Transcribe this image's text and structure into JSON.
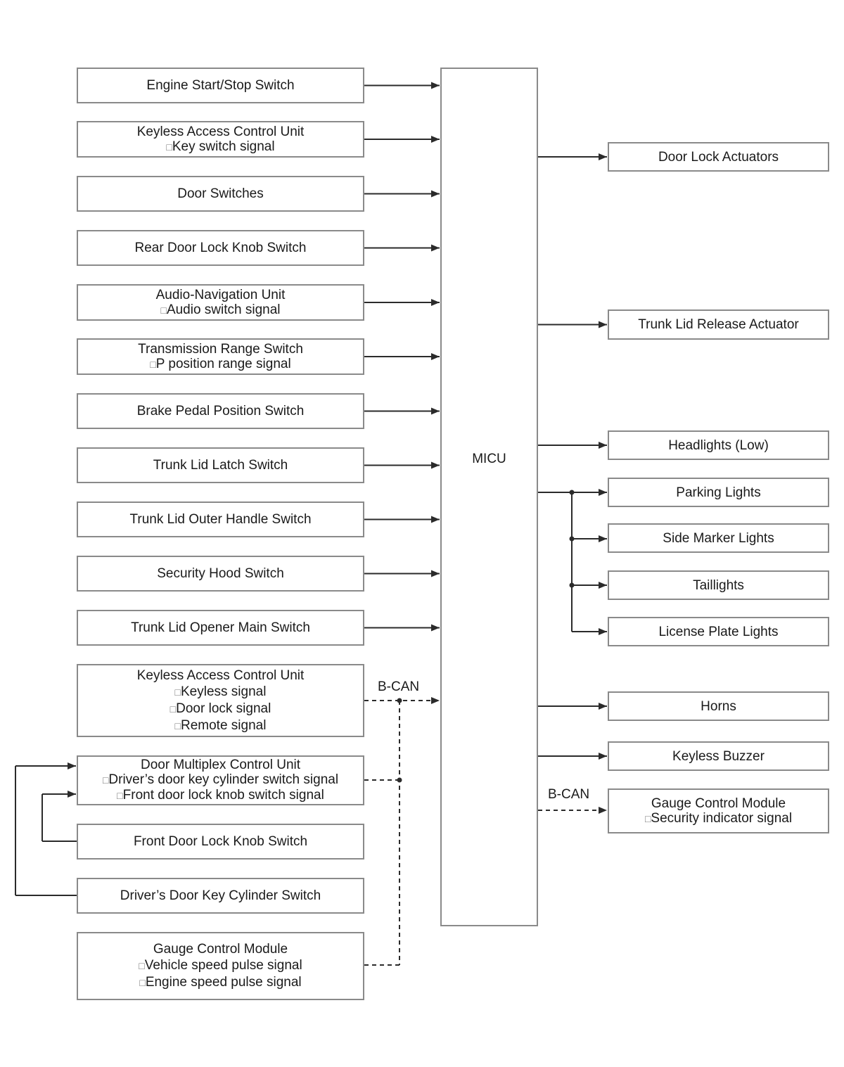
{
  "center_unit": "MICU",
  "bus_label": "B-CAN",
  "inputs": [
    {
      "lines": [
        "Engine Start/Stop Switch"
      ]
    },
    {
      "lines": [
        "Keyless Access Control Unit",
        "Key switch signal"
      ]
    },
    {
      "lines": [
        "Door Switches"
      ]
    },
    {
      "lines": [
        "Rear Door Lock Knob Switch"
      ]
    },
    {
      "lines": [
        "Audio-Navigation Unit",
        "Audio switch signal"
      ]
    },
    {
      "lines": [
        "Transmission Range Switch",
        "P position range signal"
      ]
    },
    {
      "lines": [
        "Brake Pedal Position Switch"
      ]
    },
    {
      "lines": [
        "Trunk Lid Latch Switch"
      ]
    },
    {
      "lines": [
        "Trunk Lid Outer Handle Switch"
      ]
    },
    {
      "lines": [
        "Security Hood Switch"
      ]
    },
    {
      "lines": [
        "Trunk Lid Opener Main Switch"
      ]
    },
    {
      "lines": [
        "Keyless Access Control Unit",
        "Keyless signal",
        "Door lock signal",
        "Remote signal"
      ]
    },
    {
      "lines": [
        "Door Multiplex Control Unit",
        "Driver’s door key cylinder switch signal",
        "Front door lock knob switch signal"
      ]
    },
    {
      "lines": [
        "Front Door Lock Knob Switch"
      ]
    },
    {
      "lines": [
        "Driver’s Door Key Cylinder Switch"
      ]
    },
    {
      "lines": [
        "Gauge Control Module",
        "Vehicle speed pulse signal",
        "Engine speed pulse signal"
      ]
    }
  ],
  "outputs": [
    {
      "lines": [
        "Door Lock Actuators"
      ]
    },
    {
      "lines": [
        "Trunk Lid Release Actuator"
      ]
    },
    {
      "lines": [
        "Headlights (Low)"
      ]
    },
    {
      "lines": [
        "Parking Lights"
      ]
    },
    {
      "lines": [
        "Side Marker Lights"
      ]
    },
    {
      "lines": [
        "Taillights"
      ]
    },
    {
      "lines": [
        "License Plate Lights"
      ]
    },
    {
      "lines": [
        "Horns"
      ]
    },
    {
      "lines": [
        "Keyless Buzzer"
      ]
    },
    {
      "lines": [
        "Gauge Control Module",
        "Security indicator signal"
      ]
    }
  ],
  "colors": {
    "line": "#2b2b2b",
    "border": "#8a8a8a"
  }
}
